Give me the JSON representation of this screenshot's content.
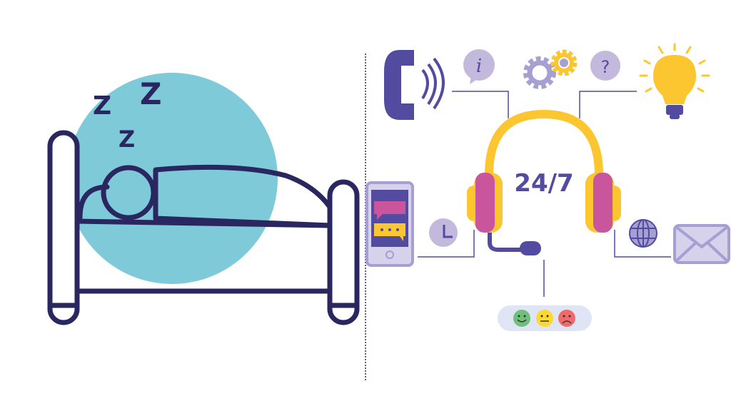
{
  "sleep_panel": {
    "zzz": [
      "Z",
      "Z",
      "Z"
    ],
    "colors": {
      "moon": "#7ecad8",
      "outline": "#2a2660"
    }
  },
  "support_panel": {
    "hours_label": "24/7",
    "info_icon_text": "i",
    "question_icon_text": "?",
    "icons": [
      "phone-icon",
      "info-bubble-icon",
      "gears-icon",
      "question-icon",
      "lightbulb-icon",
      "headset-icon",
      "smartphone-chat-icon",
      "clock-icon",
      "globe-icon",
      "envelope-icon",
      "happy-face-icon",
      "neutral-face-icon",
      "sad-face-icon"
    ],
    "colors": {
      "purple": "#524ba0",
      "lavender": "#c2b9dc",
      "yellow": "#fcc631",
      "pink": "#c9569d",
      "green": "#6fc07a",
      "red": "#ef6b6b"
    }
  }
}
